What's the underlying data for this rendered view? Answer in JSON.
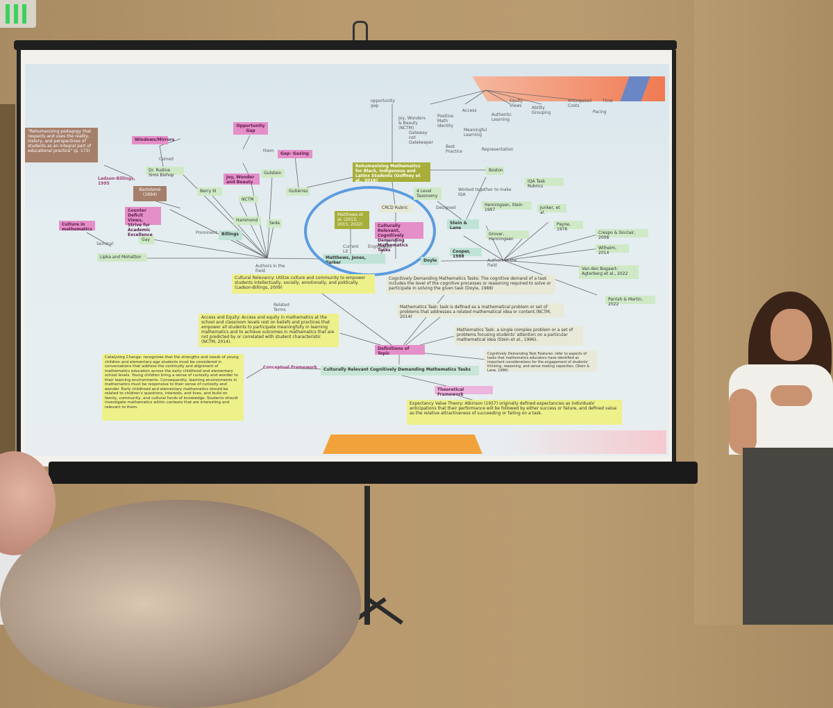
{
  "slide": {
    "nodes": {
      "rehumanizing_quote": "\"Rehumanizing pedagogy that respects and uses the reality, history, and perspectives of students as an integral part of educational practice\" (p. 173)",
      "windows_mirrors": "Windows/Mirrors",
      "coined": "Coined",
      "sims_bishop": "Dr. Rudine Sims Bishop",
      "ladson_1995": "Ladson-Billings, 1995",
      "bartolome": "Bartolomé (1994)",
      "counter_deficit": "Counter Deficit Views, Strive for Academic Excellence",
      "culture_in_math": "Culture in mathematics",
      "seminal": "Seminal",
      "gay": "Gay",
      "lipka": "Lipka and Mohatton",
      "opportunity_gap": "Opportunity Gap",
      "gap_gazing": "Gap- Gazing",
      "them": "them",
      "joy_wonder_beauty": "Joy, Wonder and Beauty",
      "berry": "Berry III",
      "nctm": "NCTM",
      "hammond": "Hammond",
      "billings": "Billings",
      "prominent": "Prominent",
      "gutstein": "Gutstein",
      "gutierrez": "Gutiérrez",
      "seda": "Seda",
      "authors_field_left": "Authors in the Field",
      "rehumanizing_title": "Rehumanizing Mathematics for Black, Indigenous and Latinx Students (Goffney et al., 2018)",
      "matthews_box": "Matthews et al. (2013, 2015, 2022)",
      "crcd_rubric": "CRCD Rubric",
      "crcd_tasks": "Culturally Relevant, Cognitively Demanding Mathematics Tasks",
      "current_lit": "Current Lit",
      "engineered": "Engineered",
      "matthews_jones_parker": "Matthews, Jones, Parker",
      "opportunity_gap_top": "opportunity gap",
      "joy_wonders_top": "Joy, Wonders & Beauty (NCTM)",
      "gateway": "Gateway not Gatekeeper",
      "positive_math_identity": "Positive Math Identity",
      "access": "Access",
      "authentic_learning": "Authentic Learning",
      "equity_views": "Equity Views",
      "ability_grouping": "Ability Grouping",
      "meaningful_learning": "Meaningful Learning",
      "best_practice": "Best Practice",
      "representation": "Representation",
      "anticipated_costs": "Anticipated Costs",
      "time": "Time",
      "pacing": "Pacing",
      "boston": "Boston",
      "iqa_rubrics": "IQA Task Rubrics",
      "worked_together": "Worked together to make IQA",
      "four_level": "4 Level Taxonomy",
      "designed": "Designed",
      "henningsen_stein": "Henningsen, Stein 1997",
      "junker": "Junker, et al.",
      "stein_lane": "Stein & Lane",
      "grover": "Grover, Henningsen",
      "payne": "Payne, 1976",
      "crespo": "Crespo & Sinclair, 2008",
      "cooper": "Cooper, 1988",
      "doyle": "Doyle",
      "authors_field_right": "Authors in the Field",
      "wilhelm": "Wilhelm, 2014",
      "van_den": "Van den Bogaart-Agterberg et al., 2022",
      "parrish": "Parrish & Martin, 2022",
      "cultural_relevancy": "Cultural Relevancy: Utilize culture and community to empower students intellectually, socially, emotionally, and politically. (Ladson-Billings, 2009)",
      "cognitively_demanding": "Cognitively Demanding Mathematics Tasks: The cognitive demand of a task includes the level of the cognitive processes or reasoning required to solve or participate in solving the given task (Doyle, 1988)",
      "related_terms": "Related Terms",
      "math_task_1": "Mathematics Task: task is defined as a mathematical problem or set of problems that addresses a related mathematical idea or content.(NCTM, 2014)",
      "access_equity": "Access and Equity: Access and equity in mathematics at the school and classroom levels rest on beliefs and practices that empower all students to participate meaningfully in learning mathematics and to achieve outcomes in mathematics that are not predicted by or correlated with student characteristic (NCTM, 2014).",
      "math_task_2": "Mathematics Task: a single complex problem or a set of problems focusing students' attention on a particular mathematical idea (Stein et al., 1996).",
      "definitions": "Definitions of Topic",
      "cd_task_features": "Cognitively Demanding Task Features: refer to aspects of tasks that mathematics educators have identified as important considerations for the engagement of students' thinking, reasoning, and sense making capacities. (Stein & Lane, 1996)",
      "catalyzing": "Catalyzing Change: recognizes that the strengths and needs of young children and elementary-age students must be considered in conversations that address the continuity and alignment of mathematics education across the early childhood and elementary school levels. Young children bring a sense of curiosity and wonder to their learning environments. Consequently, learning environments in mathematics must be responsive to their sense of curiosity and wonder. Early childhood and elementary mathematics should be related to children's questions, interests, and lives, and build on family, community, and cultural funds of knowledge. Students should investigate mathematics within contexts that are interesting and relevant to them.",
      "conceptual_framework": "Conceptual Framework",
      "crcd_main": "Culturally Relevant Cognitively Demanding Mathematics Tasks",
      "theoretical_framework": "Theoretical Framework",
      "expectancy": "Expectancy Value Theory: Atkinson (1957) originally defined expectancies as individuals' anticipations that their performance will be followed by either success or failure, and defined value as the relative attractiveness of succeeding or failing on a task."
    }
  }
}
